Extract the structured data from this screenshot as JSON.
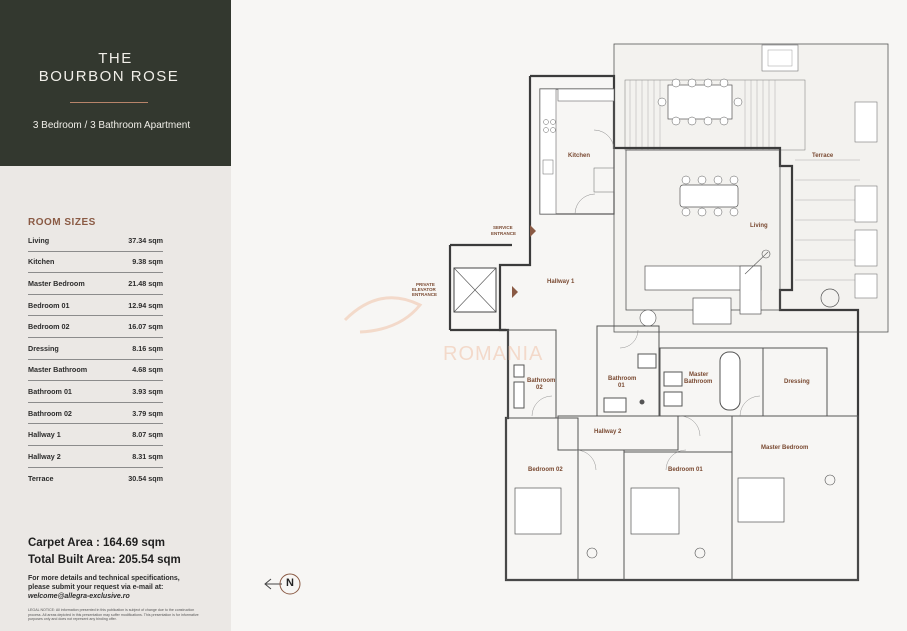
{
  "header": {
    "title_line1": "THE",
    "title_line2": "BOURBON ROSE",
    "subtitle": "3 Bedroom / 3 Bathroom Apartment"
  },
  "room_sizes": {
    "title": "ROOM SIZES",
    "rows": [
      {
        "name": "Living",
        "area": "37.34 sqm"
      },
      {
        "name": "Kitchen",
        "area": "9.38 sqm"
      },
      {
        "name": "Master Bedroom",
        "area": "21.48 sqm"
      },
      {
        "name": "Bedroom 01",
        "area": "12.94 sqm"
      },
      {
        "name": "Bedroom 02",
        "area": "16.07 sqm"
      },
      {
        "name": "Dressing",
        "area": "8.16 sqm"
      },
      {
        "name": "Master Bathroom",
        "area": "4.68 sqm"
      },
      {
        "name": "Bathroom 01",
        "area": "3.93 sqm"
      },
      {
        "name": "Bathroom 02",
        "area": "3.79 sqm"
      },
      {
        "name": "Hallway 1",
        "area": "8.07 sqm"
      },
      {
        "name": "Hallway 2",
        "area": "8.31 sqm"
      },
      {
        "name": "Terrace",
        "area": "30.54 sqm"
      }
    ]
  },
  "totals": {
    "carpet": "Carpet Area : 164.69 sqm",
    "built": "Total Built Area: 205.54 sqm"
  },
  "contact": {
    "line1": "For more details and technical specifications,",
    "line2": "please submit your request via e-mail at:",
    "email": "welcome@allegra-exclusive.ro"
  },
  "legal": "LEGAL NOTICE: All information presented in this publication is subject of change due to the construction process. All areas depicted in this presentation may suffer modifications. This presentation is for informative purposes only and does not represent any binding offer.",
  "compass": {
    "letter": "N",
    "icon": "north-arrow-icon"
  },
  "watermark": {
    "text": "ROMANIA"
  },
  "plan_labels": {
    "kitchen": "Kitchen",
    "terrace": "Terrace",
    "living": "Living",
    "service1": "SERVICE",
    "service2": "ENTRANCE",
    "priv1": "PRIVATE",
    "priv2": "ELEVATOR",
    "priv3": "ENTRANCE",
    "hallway1": "Hallway 1",
    "bath02_a": "Bathroom",
    "bath02_b": "02",
    "bath01_a": "Bathroom",
    "bath01_b": "01",
    "mbath_a": "Master",
    "mbath_b": "Bathroom",
    "dressing": "Dressing",
    "hallway2": "Hallway 2",
    "master_bedroom": "Master Bedroom",
    "bedroom02": "Bedroom 02",
    "bedroom01": "Bedroom 01"
  },
  "colors": {
    "panel_dark": "#33382f",
    "accent": "#8a5a44",
    "rule": "#b8846a"
  }
}
